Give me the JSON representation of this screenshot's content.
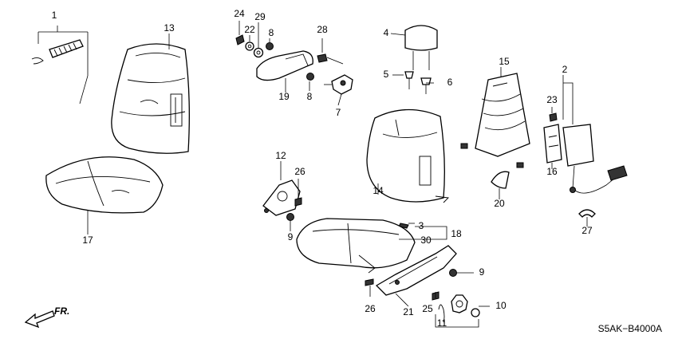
{
  "callouts": {
    "c1": "1",
    "c2": "2",
    "c3": "3",
    "c4": "4",
    "c5": "5",
    "c6": "6",
    "c7": "7",
    "c8a": "8",
    "c8b": "8",
    "c9a": "9",
    "c9b": "9",
    "c10": "10",
    "c11": "11",
    "c12": "12",
    "c13": "13",
    "c14": "14",
    "c15": "15",
    "c16": "16",
    "c17": "17",
    "c18": "18",
    "c19": "19",
    "c20": "20",
    "c21": "21",
    "c22": "22",
    "c23": "23",
    "c24": "24",
    "c25": "25",
    "c26a": "26",
    "c26b": "26",
    "c27": "27",
    "c28": "28",
    "c29": "29",
    "c30": "30"
  },
  "direction_label": "FR.",
  "diagram_code": "S5AK−B4000A"
}
